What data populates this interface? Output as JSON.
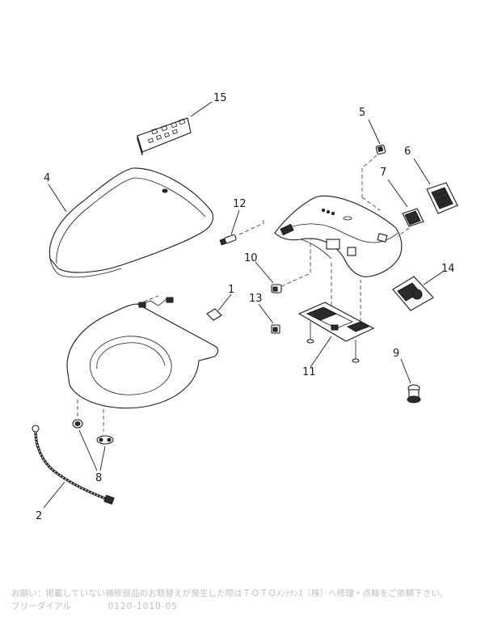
{
  "callouts": {
    "c1": "1",
    "c2": "2",
    "c4": "4",
    "c5": "5",
    "c6": "6",
    "c7": "7",
    "c8": "8",
    "c9": "9",
    "c10": "10",
    "c11": "11",
    "c12": "12",
    "c13": "13",
    "c14": "14",
    "c15": "15"
  },
  "footer": {
    "note": "お願い：掲載していない補修部品のお取替えが発生した際はＴＯＴＯﾒﾝﾃﾅﾝｽ（株）へ修理・点検をご依頼下さい。",
    "freedial_label": "フリーダイアル",
    "phone": "0120-1010-05"
  },
  "colors": {
    "line": "#1a1a1a",
    "footer_text": "#bdbdbd",
    "background": "#ffffff"
  }
}
